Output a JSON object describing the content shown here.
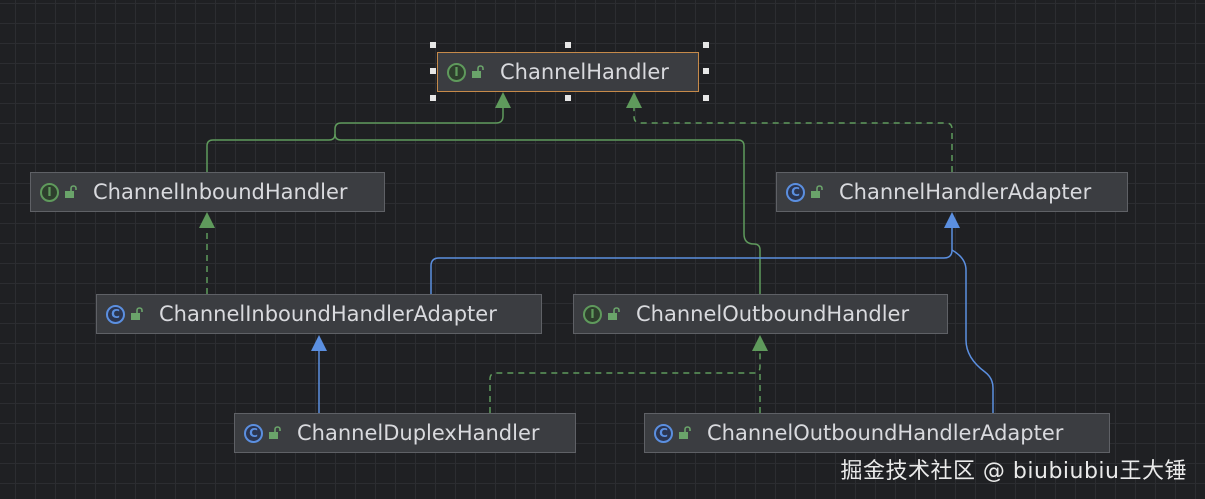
{
  "diagram": {
    "nodes": [
      {
        "id": "channel-handler",
        "label": "ChannelHandler",
        "kind": "interface",
        "badge": "I",
        "selected": true
      },
      {
        "id": "channel-inbound-handler",
        "label": "ChannelInboundHandler",
        "kind": "interface",
        "badge": "I"
      },
      {
        "id": "channel-handler-adapter",
        "label": "ChannelHandlerAdapter",
        "kind": "class",
        "badge": "C"
      },
      {
        "id": "channel-inbound-handler-adapter",
        "label": "ChannelInboundHandlerAdapter",
        "kind": "class",
        "badge": "C"
      },
      {
        "id": "channel-outbound-handler",
        "label": "ChannelOutboundHandler",
        "kind": "interface",
        "badge": "I"
      },
      {
        "id": "channel-duplex-handler",
        "label": "ChannelDuplexHandler",
        "kind": "class",
        "badge": "C"
      },
      {
        "id": "channel-outbound-handler-adapter",
        "label": "ChannelOutboundHandlerAdapter",
        "kind": "class",
        "badge": "C"
      }
    ],
    "edges": [
      {
        "from": "channel-inbound-handler",
        "to": "channel-handler",
        "type": "extends"
      },
      {
        "from": "channel-outbound-handler",
        "to": "channel-handler",
        "type": "extends"
      },
      {
        "from": "channel-handler-adapter",
        "to": "channel-handler",
        "type": "implements"
      },
      {
        "from": "channel-inbound-handler-adapter",
        "to": "channel-inbound-handler",
        "type": "implements"
      },
      {
        "from": "channel-inbound-handler-adapter",
        "to": "channel-handler-adapter",
        "type": "extends"
      },
      {
        "from": "channel-outbound-handler-adapter",
        "to": "channel-handler-adapter",
        "type": "extends"
      },
      {
        "from": "channel-duplex-handler",
        "to": "channel-inbound-handler-adapter",
        "type": "extends"
      },
      {
        "from": "channel-duplex-handler",
        "to": "channel-outbound-handler",
        "type": "implements"
      },
      {
        "from": "channel-outbound-handler-adapter",
        "to": "channel-outbound-handler",
        "type": "implements"
      }
    ],
    "colors": {
      "interface_edge": "#5f9a5c",
      "class_edge": "#5b8fe0",
      "selection_border": "#c68a4a",
      "lock": "#6aa46a"
    }
  },
  "watermark": "掘金技术社区 @ biubiubiu王大锤"
}
